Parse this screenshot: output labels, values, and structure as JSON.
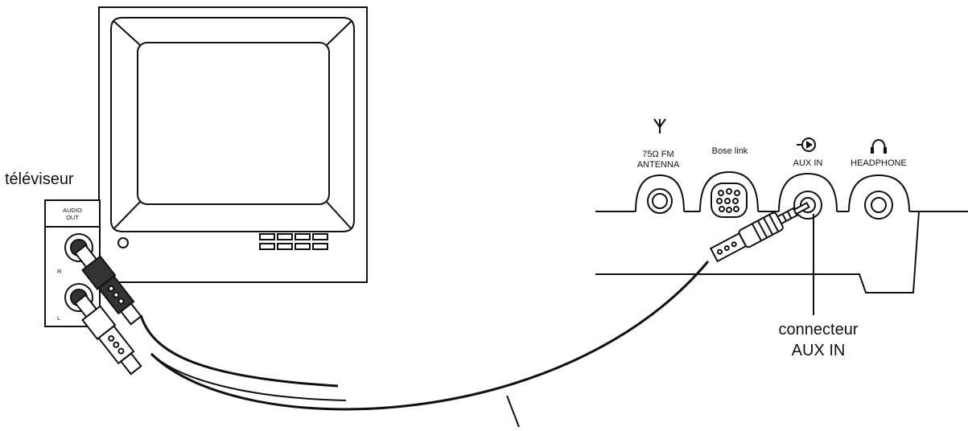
{
  "labels": {
    "tv": "téléviseur",
    "tv_panel_title_line1": "AUDIO",
    "tv_panel_title_line2": "OUT",
    "tv_jack_r": "R",
    "tv_jack_l": "L",
    "port_fm_line1": "75Ω FM",
    "port_fm_line2": "ANTENNA",
    "port_bose": "Bose link",
    "port_aux": "AUX IN",
    "port_headphone": "HEADPHONE",
    "aux_callout_line1": "connecteur",
    "aux_callout_line2": "AUX IN"
  },
  "colors": {
    "line": "#111111",
    "background": "#ffffff",
    "dark_plug": "#333333"
  }
}
